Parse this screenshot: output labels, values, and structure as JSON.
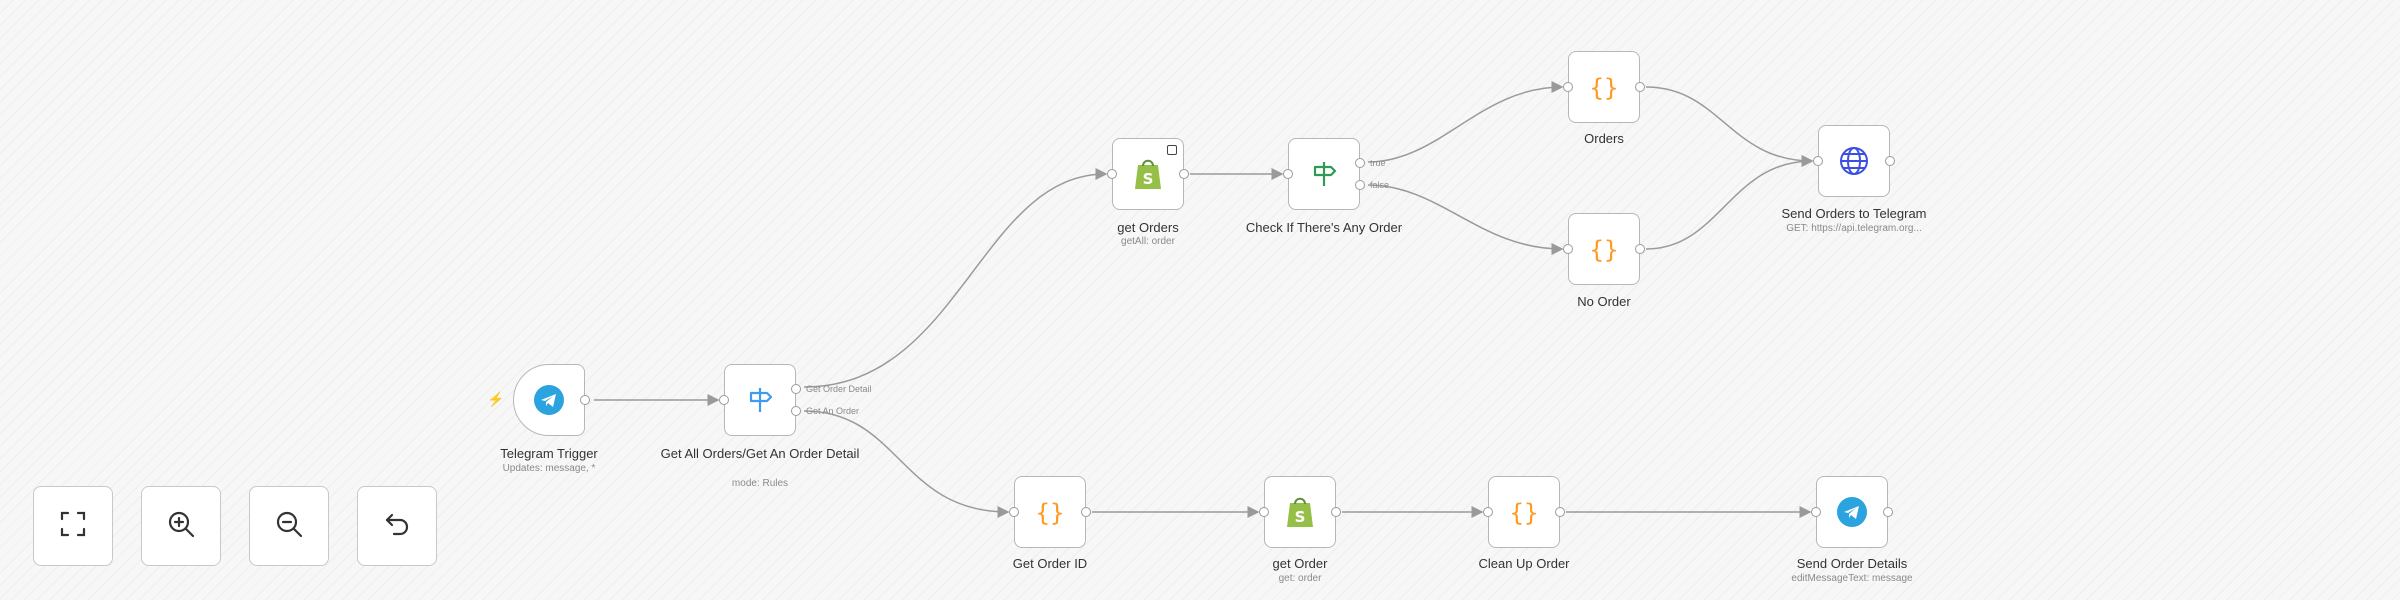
{
  "colors": {
    "edge": "#9a9a9a",
    "telegram": "#2aa3df",
    "shopify": "#95bf47",
    "code": "#ff9922",
    "filter": "#2f9a53",
    "http": "#3c4fe0",
    "switch": "#3f9bf0",
    "trigger_bolt": "#ff6d5a"
  },
  "nodes": {
    "telegram_trigger": {
      "title": "Telegram Trigger",
      "sub": "Updates: message, *",
      "icon": "telegram-icon"
    },
    "switch": {
      "title": "Get All Orders/Get An Order Detail",
      "sub": "mode: Rules",
      "icon": "signpost-icon",
      "out1": "Get Order Detail",
      "out2": "Get An Order"
    },
    "get_orders": {
      "title": "get Orders",
      "sub": "getAll: order",
      "icon": "shopify-icon"
    },
    "check_order": {
      "title": "Check If There's Any Order",
      "sub": "",
      "icon": "filter-signpost-icon",
      "out1": "true",
      "out2": "false"
    },
    "orders": {
      "title": "Orders",
      "sub": "",
      "icon": "code-braces-icon"
    },
    "no_order": {
      "title": "No Order",
      "sub": "",
      "icon": "code-braces-icon"
    },
    "send_orders": {
      "title": "Send Orders to Telegram",
      "sub": "GET: https://api.telegram.org...",
      "icon": "globe-icon"
    },
    "get_order_id": {
      "title": "Get Order ID",
      "sub": "",
      "icon": "code-braces-icon"
    },
    "get_order": {
      "title": "get Order",
      "sub": "get: order",
      "icon": "shopify-icon"
    },
    "clean_up": {
      "title": "Clean Up Order",
      "sub": "",
      "icon": "code-braces-icon"
    },
    "send_details": {
      "title": "Send Order Details",
      "sub": "editMessageText: message",
      "icon": "telegram-icon"
    }
  },
  "controls": {
    "fit": {
      "icon": "fit-view-icon"
    },
    "zoom_in": {
      "icon": "zoom-in-icon"
    },
    "zoom_out": {
      "icon": "zoom-out-icon"
    },
    "reset": {
      "icon": "undo-icon"
    }
  }
}
